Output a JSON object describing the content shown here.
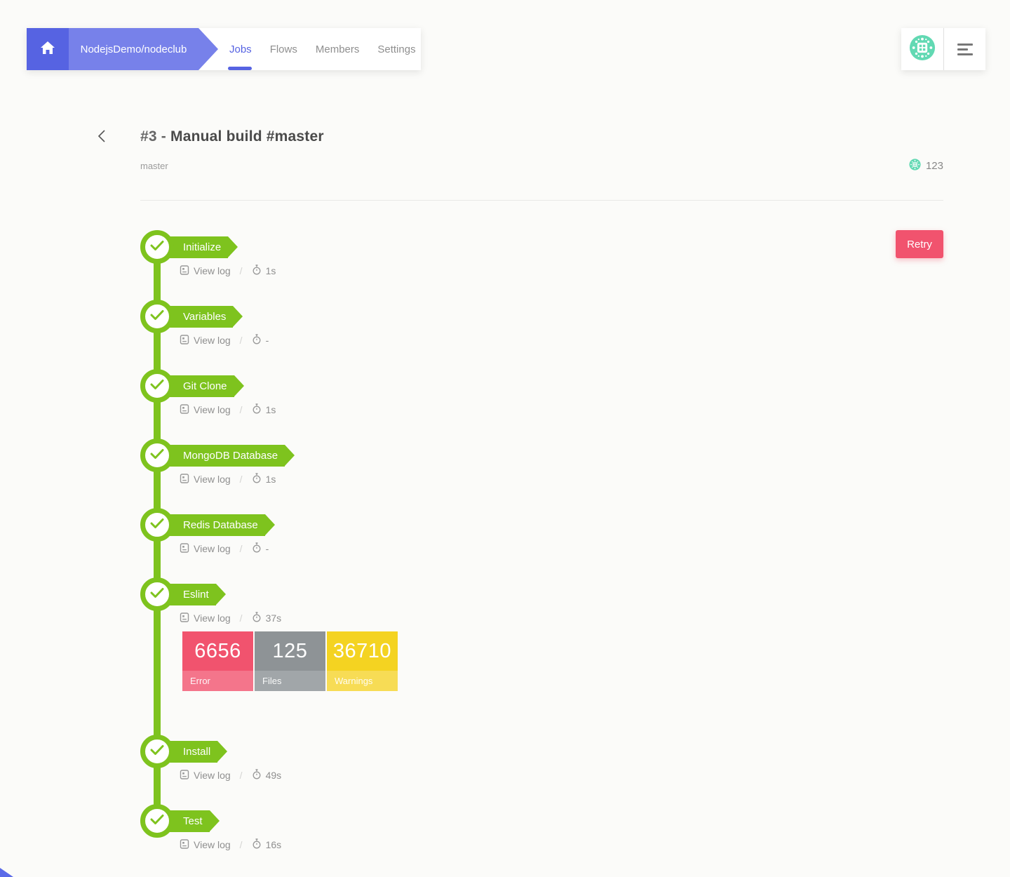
{
  "colors": {
    "accent_indigo": "#5663e2",
    "indigo_light": "#7781ea",
    "success_green": "#7ec31e",
    "danger_red": "#f1536e",
    "warning_yellow": "#f4d321",
    "neutral_gray": "#8e9396",
    "avatar_teal": "#62d9b3"
  },
  "navbar": {
    "breadcrumb": "NodejsDemo/nodeclub",
    "tabs": [
      {
        "label": "Jobs",
        "active": true
      },
      {
        "label": "Flows",
        "active": false
      },
      {
        "label": "Members",
        "active": false
      },
      {
        "label": "Settings",
        "active": false
      }
    ]
  },
  "header": {
    "build_prefix": "#3 - ",
    "build_title": "Manual build #master",
    "branch": "master",
    "build_number": "123",
    "retry_label": "Retry"
  },
  "labels": {
    "view_log": "View log",
    "separator": "/"
  },
  "steps": [
    {
      "label": "Initialize",
      "duration": "1s"
    },
    {
      "label": "Variables",
      "duration": "-"
    },
    {
      "label": "Git Clone",
      "duration": "1s"
    },
    {
      "label": "MongoDB Database",
      "duration": "1s"
    },
    {
      "label": "Redis Database",
      "duration": "-"
    },
    {
      "label": "Eslint",
      "duration": "37s",
      "stats": [
        {
          "value": "6656",
          "label": "Error"
        },
        {
          "value": "125",
          "label": "Files"
        },
        {
          "value": "36710",
          "label": "Warnings"
        }
      ]
    },
    {
      "label": "Install",
      "duration": "49s"
    },
    {
      "label": "Test",
      "duration": "16s"
    }
  ]
}
